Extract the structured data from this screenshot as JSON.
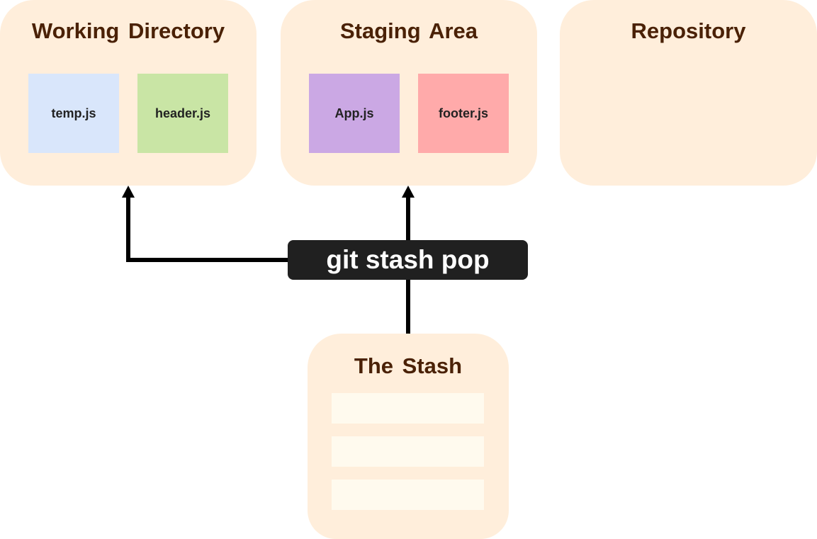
{
  "panels": {
    "working_directory": {
      "title": "Working Directory",
      "files": [
        "temp.js",
        "header.js"
      ]
    },
    "staging_area": {
      "title": "Staging Area",
      "files": [
        "App.js",
        "footer.js"
      ]
    },
    "repository": {
      "title": "Repository"
    },
    "stash": {
      "title": "The Stash",
      "entries": [
        "",
        "",
        ""
      ]
    }
  },
  "command": {
    "label": "git stash pop"
  },
  "colors": {
    "panel_bg": "#ffeedb",
    "title_text": "#4a2106",
    "temp_js": "#d9e6fb",
    "header_js": "#c9e5a5",
    "app_js": "#cba8e4",
    "footer_js": "#ffaaaa",
    "stash_slot": "#fffaee",
    "command_bg": "#202020"
  }
}
